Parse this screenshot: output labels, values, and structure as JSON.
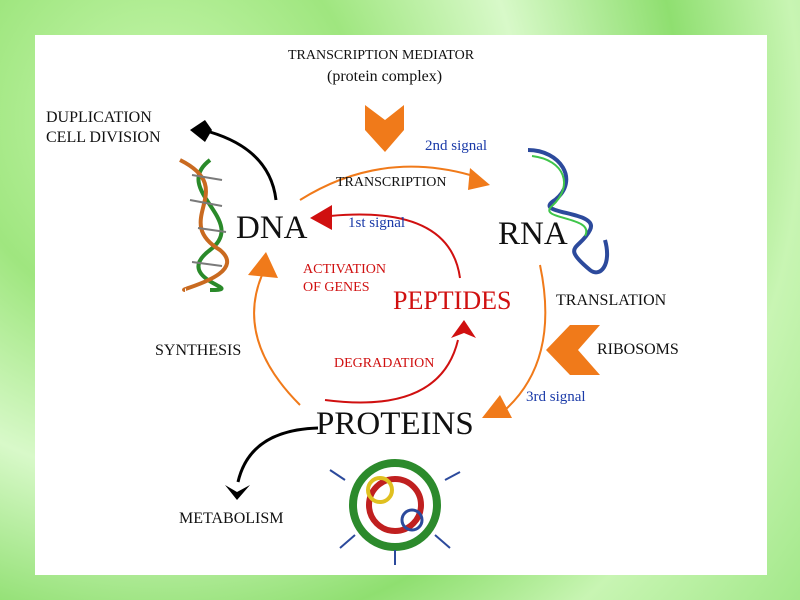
{
  "mediator": {
    "line1": "TRANSCRIPTION MEDIATOR",
    "line2": "(protein complex)"
  },
  "nodes": {
    "dna": "DNA",
    "rna": "RNA",
    "proteins": "PROTEINS",
    "peptides": "PEPTIDES"
  },
  "edges": {
    "transcription": "TRANSCRIPTION",
    "translation": "TRANSLATION",
    "synthesis": "SYNTHESIS",
    "degradation": "DEGRADATION",
    "activation_line1": "ACTIVATION",
    "activation_line2": "OF GENES",
    "ribosoms": "RIBOSOMS",
    "duplication_line1": "DUPLICATION",
    "duplication_line2": "CELL DIVISION",
    "metabolism": "METABOLISM"
  },
  "signals": {
    "first": "1st signal",
    "second": "2nd signal",
    "third": "3rd signal"
  },
  "colors": {
    "orange": "#f07a1a",
    "red": "#d01010",
    "blue": "#1a3aa8",
    "black": "#000000"
  },
  "icons": [
    "dna-helix-icon",
    "rna-strand-icon",
    "protein-structure-icon"
  ]
}
